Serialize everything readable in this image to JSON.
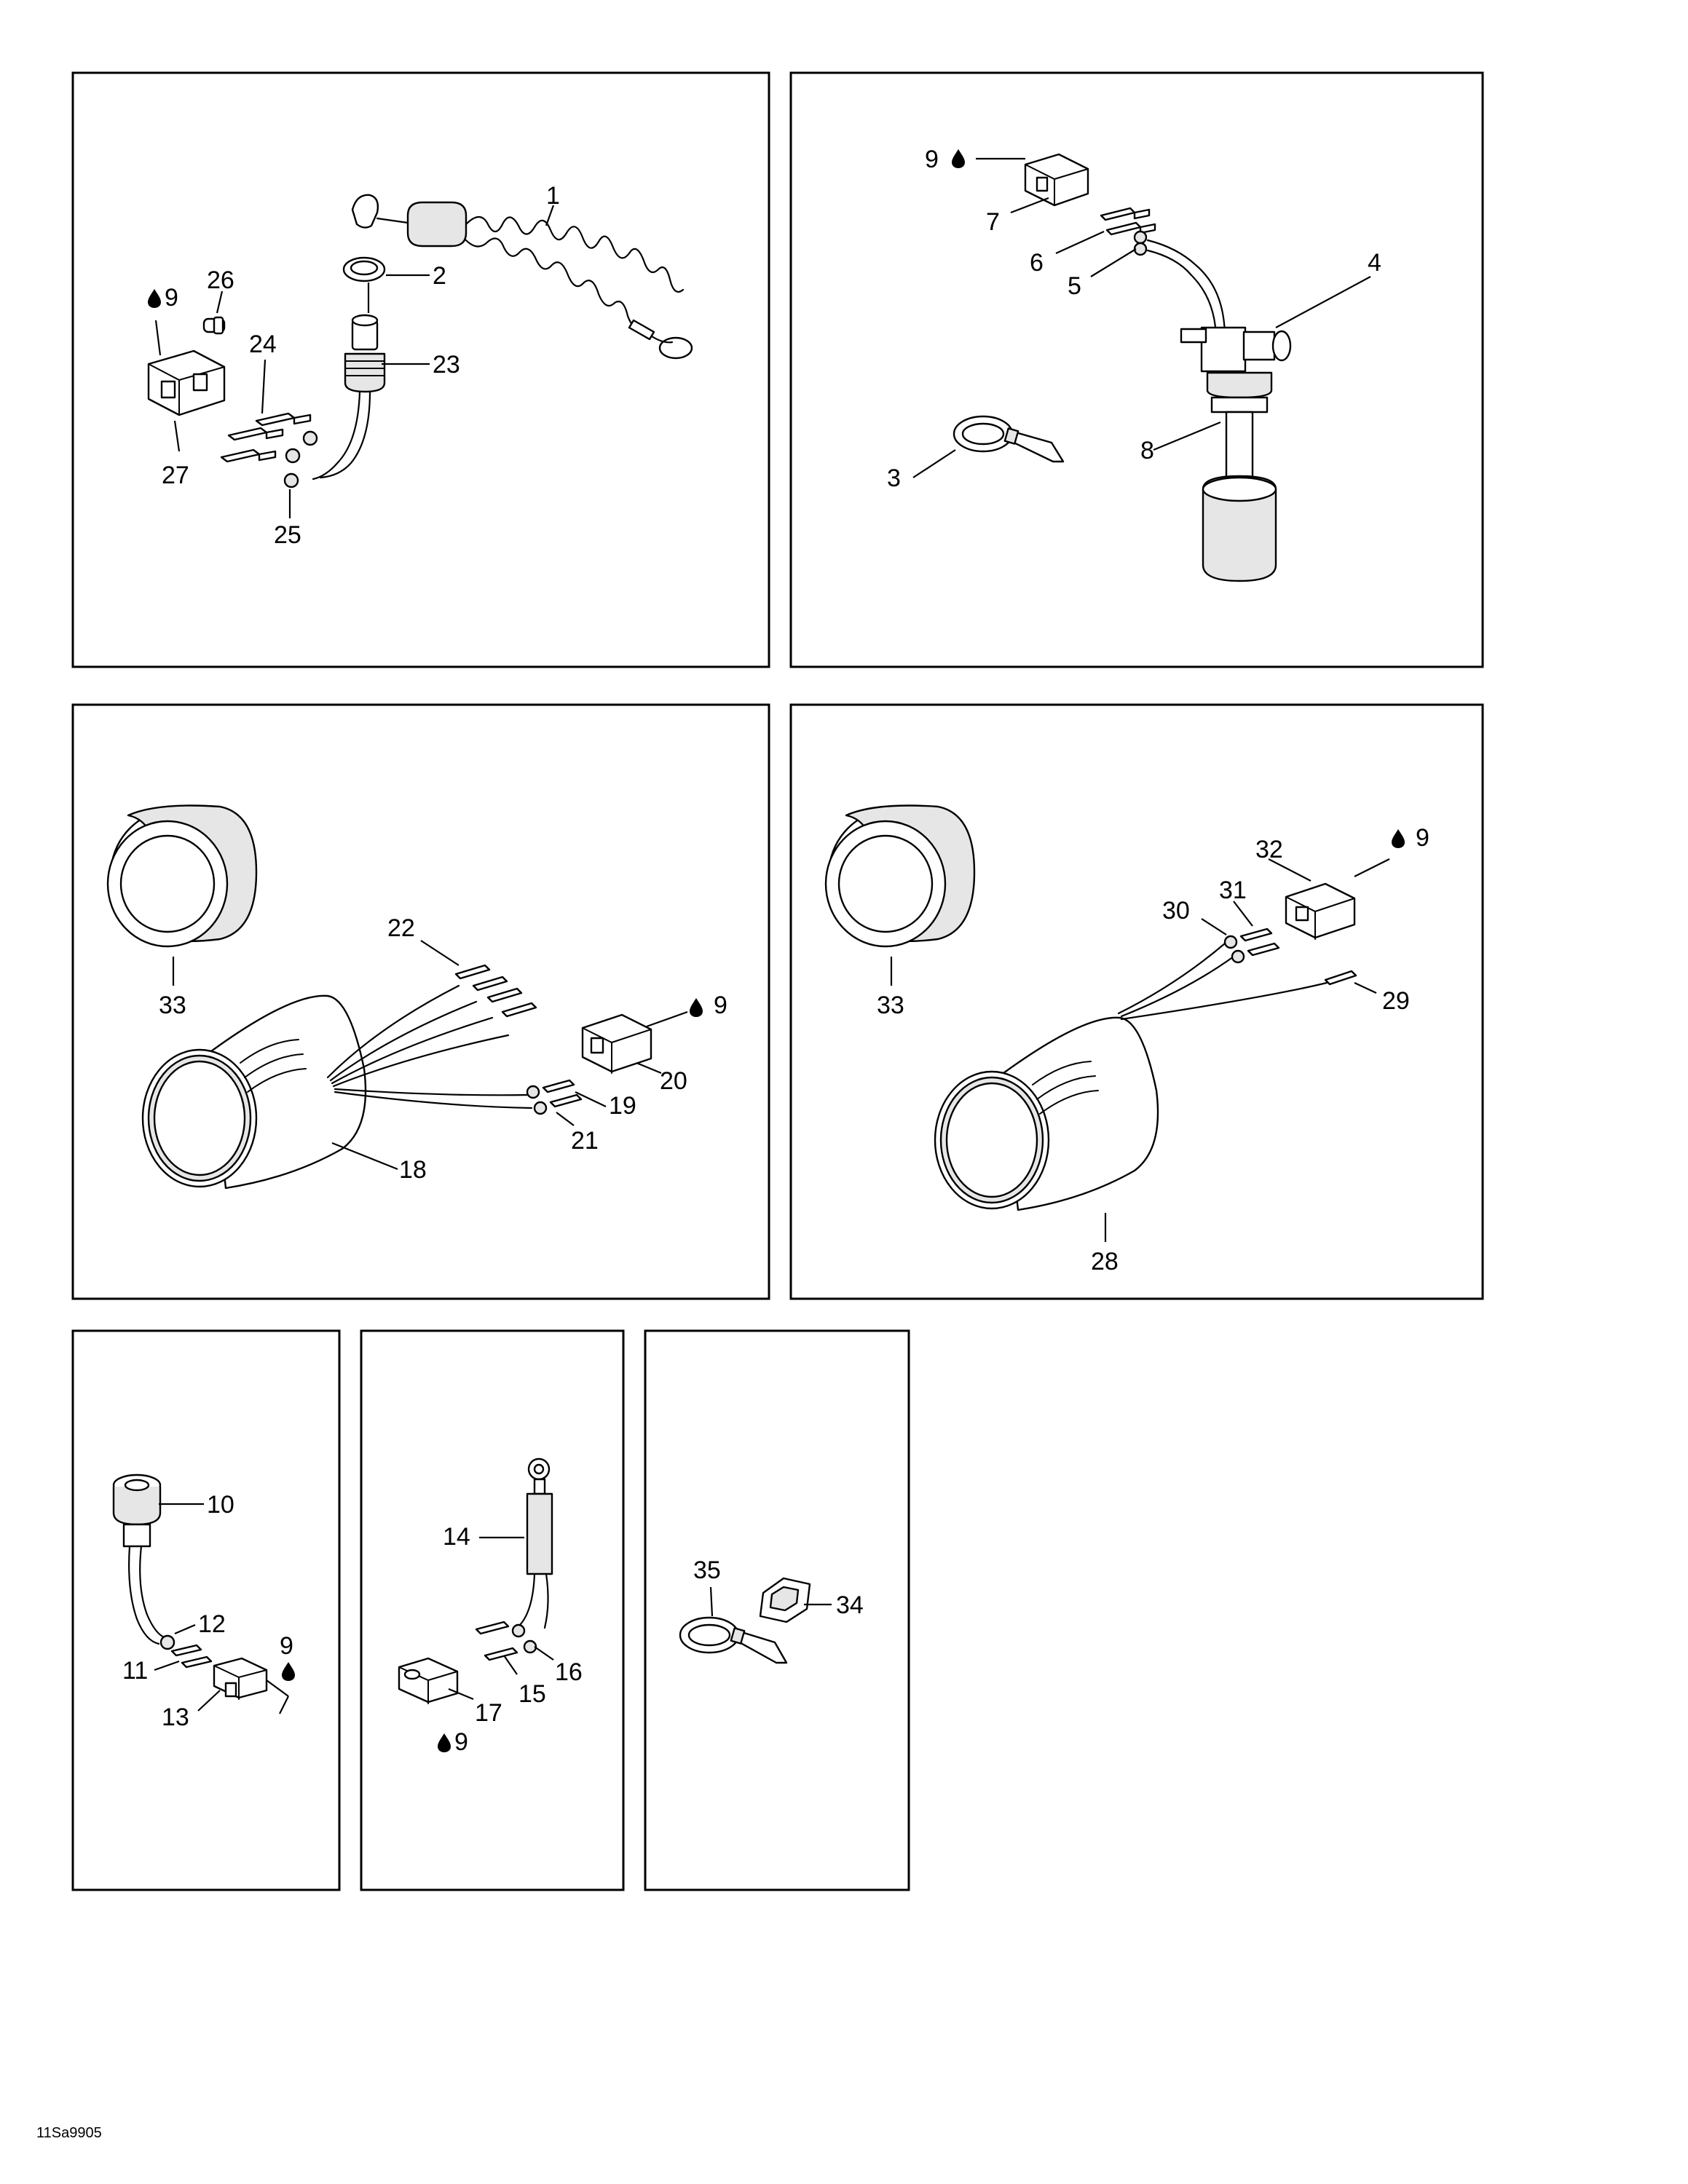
{
  "figure_code": "11Sa9905",
  "symbol_icon": "oil-drop-icon",
  "callouts": {
    "c1": "1",
    "c2": "2",
    "c3": "3",
    "c4": "4",
    "c5": "5",
    "c6": "6",
    "c7": "7",
    "c8": "8",
    "c9": "9",
    "c10": "10",
    "c11": "11",
    "c12": "12",
    "c13": "13",
    "c14": "14",
    "c15": "15",
    "c16": "16",
    "c17": "17",
    "c18": "18",
    "c19": "19",
    "c20": "20",
    "c21": "21",
    "c22": "22",
    "c23": "23",
    "c24": "24",
    "c25": "25",
    "c26": "26",
    "c27": "27",
    "c28": "28",
    "c29": "29",
    "c30": "30",
    "c31": "31",
    "c32": "32",
    "c33": "33",
    "c34": "34",
    "c35": "35"
  }
}
